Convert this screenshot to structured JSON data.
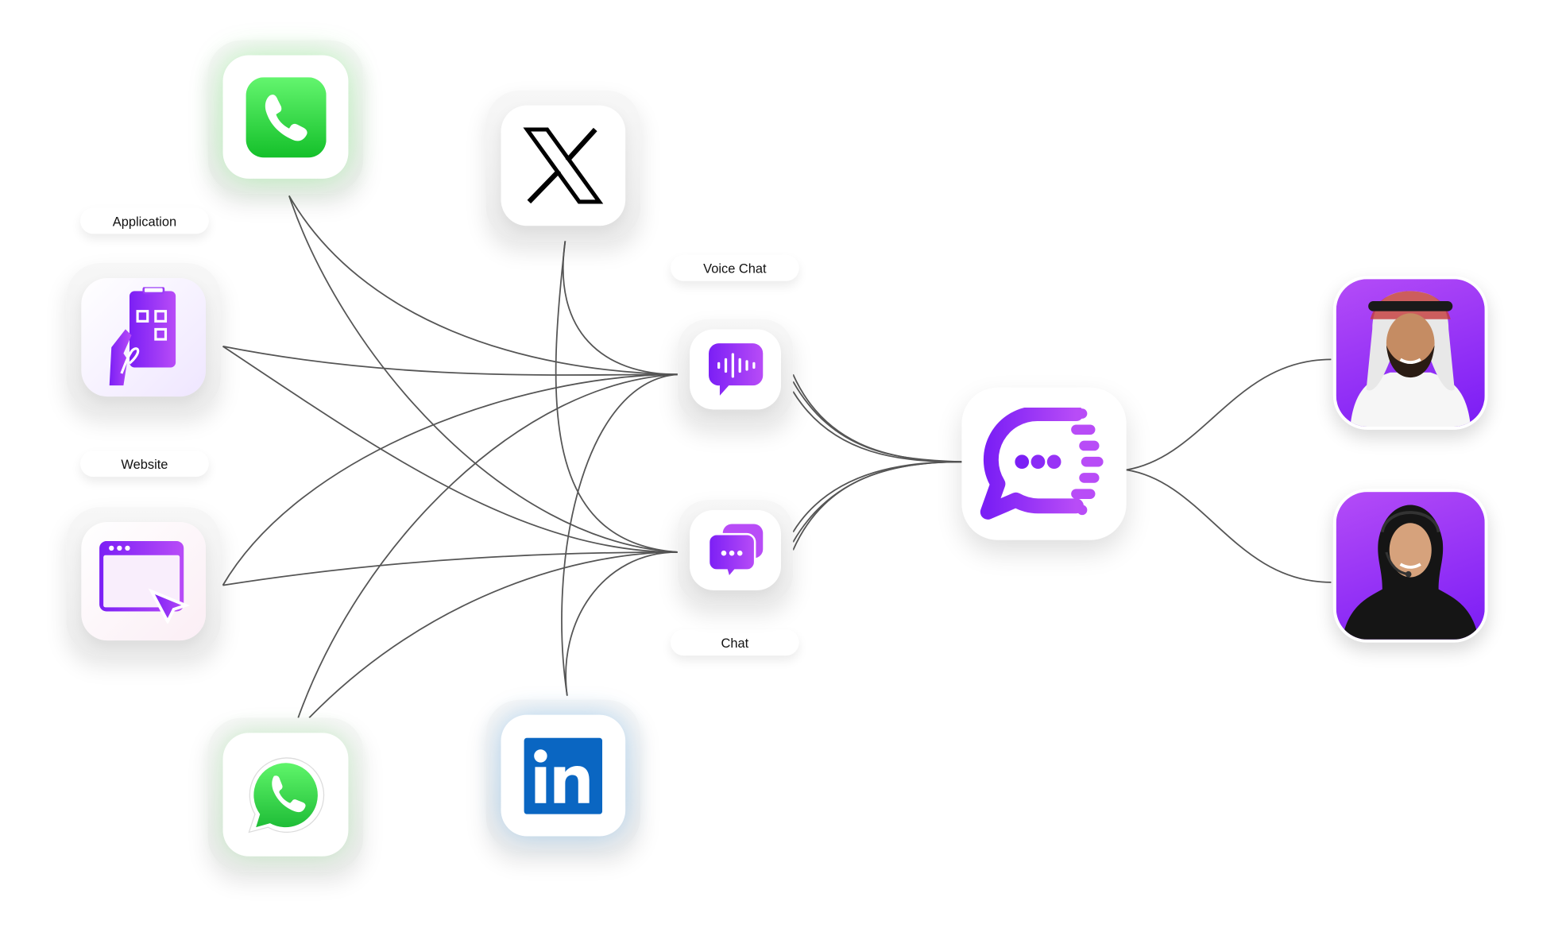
{
  "labels": {
    "application": "Application",
    "website": "Website",
    "voice_chat": "Voice Chat",
    "chat": "Chat"
  },
  "sources": [
    "phone-icon",
    "x-icon",
    "application-icon",
    "website-icon",
    "whatsapp-icon",
    "linkedin-icon"
  ],
  "channels": [
    "voice-chat-icon",
    "chat-icon"
  ],
  "hub": "brand-chat-logo",
  "agents": [
    "male-agent-avatar",
    "female-agent-avatar"
  ],
  "colors": {
    "purple": "#7b1ff5",
    "purple_light": "#b84cf7",
    "green": "#2fd53f",
    "linkedin": "#0a66c2",
    "line": "#555555"
  }
}
